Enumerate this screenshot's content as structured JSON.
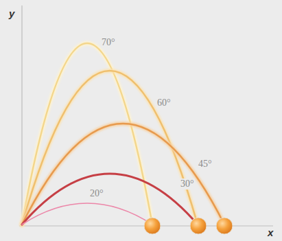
{
  "diagram": {
    "labels": [
      "y",
      "70°",
      "60°",
      "45°",
      "30°",
      "20°",
      "x"
    ]
  }
}
